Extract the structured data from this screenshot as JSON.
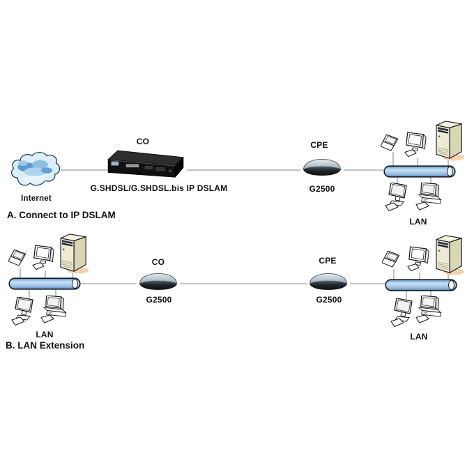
{
  "scenario_a": {
    "heading": "A. Connect to IP DSLAM",
    "internet_label": "Internet",
    "co_label": "CO",
    "co_device_caption": "G.SHDSL/G.SHDSL.bis IP DSLAM",
    "cpe_label": "CPE",
    "cpe_device_caption": "G2500",
    "lan_label": "LAN",
    "chain": [
      "Internet",
      "IP DSLAM (CO)",
      "G2500 (CPE)",
      "LAN"
    ]
  },
  "scenario_b": {
    "heading": "B. LAN Extension",
    "lan_left_label": "LAN",
    "co_label": "CO",
    "co_device_caption": "G2500",
    "cpe_label": "CPE",
    "cpe_device_caption": "G2500",
    "lan_right_label": "LAN",
    "chain": [
      "LAN",
      "G2500 (CO)",
      "G2500 (CPE)",
      "LAN"
    ]
  },
  "icons": {
    "internet": "cloud-icon",
    "ip_dslam": "rack-device-icon",
    "g2500": "modem-icon",
    "lan_backbone": "bus-cylinder-icon",
    "lan_clients": [
      "laptop-icon",
      "crt-monitor-icon",
      "server-tower-icon",
      "lcd-computer-icon",
      "desktop-computer-icon"
    ]
  },
  "colors": {
    "background": "#ffffff",
    "text": "#111111",
    "connector": "#8a8a8a",
    "bus_fill": "#abcdea",
    "bus_stroke": "#171c26",
    "cloud_fill": "#dceef8",
    "cloud_accent": "#5b9bd5",
    "dslam_body": "#0f0f0f",
    "modem_top": "#c2ccd4",
    "modem_base": "#14171a",
    "server_front": "#edead4",
    "server_side": "#d9d6b4",
    "server_shadow": "#f5d2ae"
  }
}
